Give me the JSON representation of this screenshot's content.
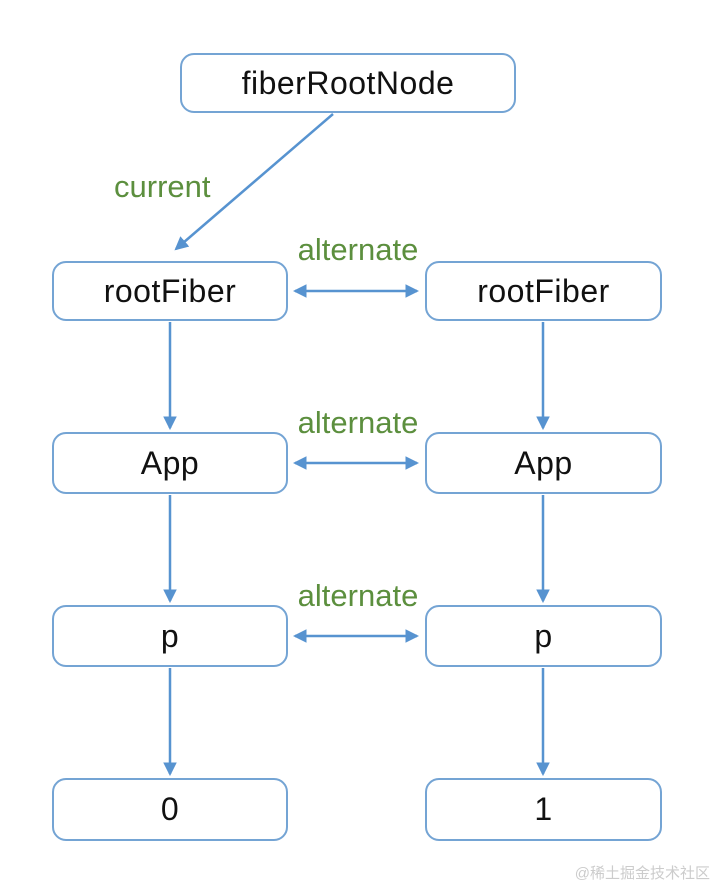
{
  "nodes": {
    "fiber_root_node": "fiberRootNode",
    "root_fiber_current": "rootFiber",
    "root_fiber_alternate": "rootFiber",
    "app_current": "App",
    "app_alternate": "App",
    "p_current": "p",
    "p_alternate": "p",
    "text_child_current": "0",
    "text_child_alternate": "1"
  },
  "edge_labels": {
    "current": "current",
    "alternate_root_fiber": "alternate",
    "alternate_app": "alternate",
    "alternate_p": "alternate"
  },
  "colors": {
    "box_border": "#74a4d4",
    "arrow": "#5793d0",
    "label_green": "#5c8f3e",
    "node_text": "#111111",
    "watermark": "#cccccc"
  },
  "watermark": "@稀土掘金技术社区"
}
